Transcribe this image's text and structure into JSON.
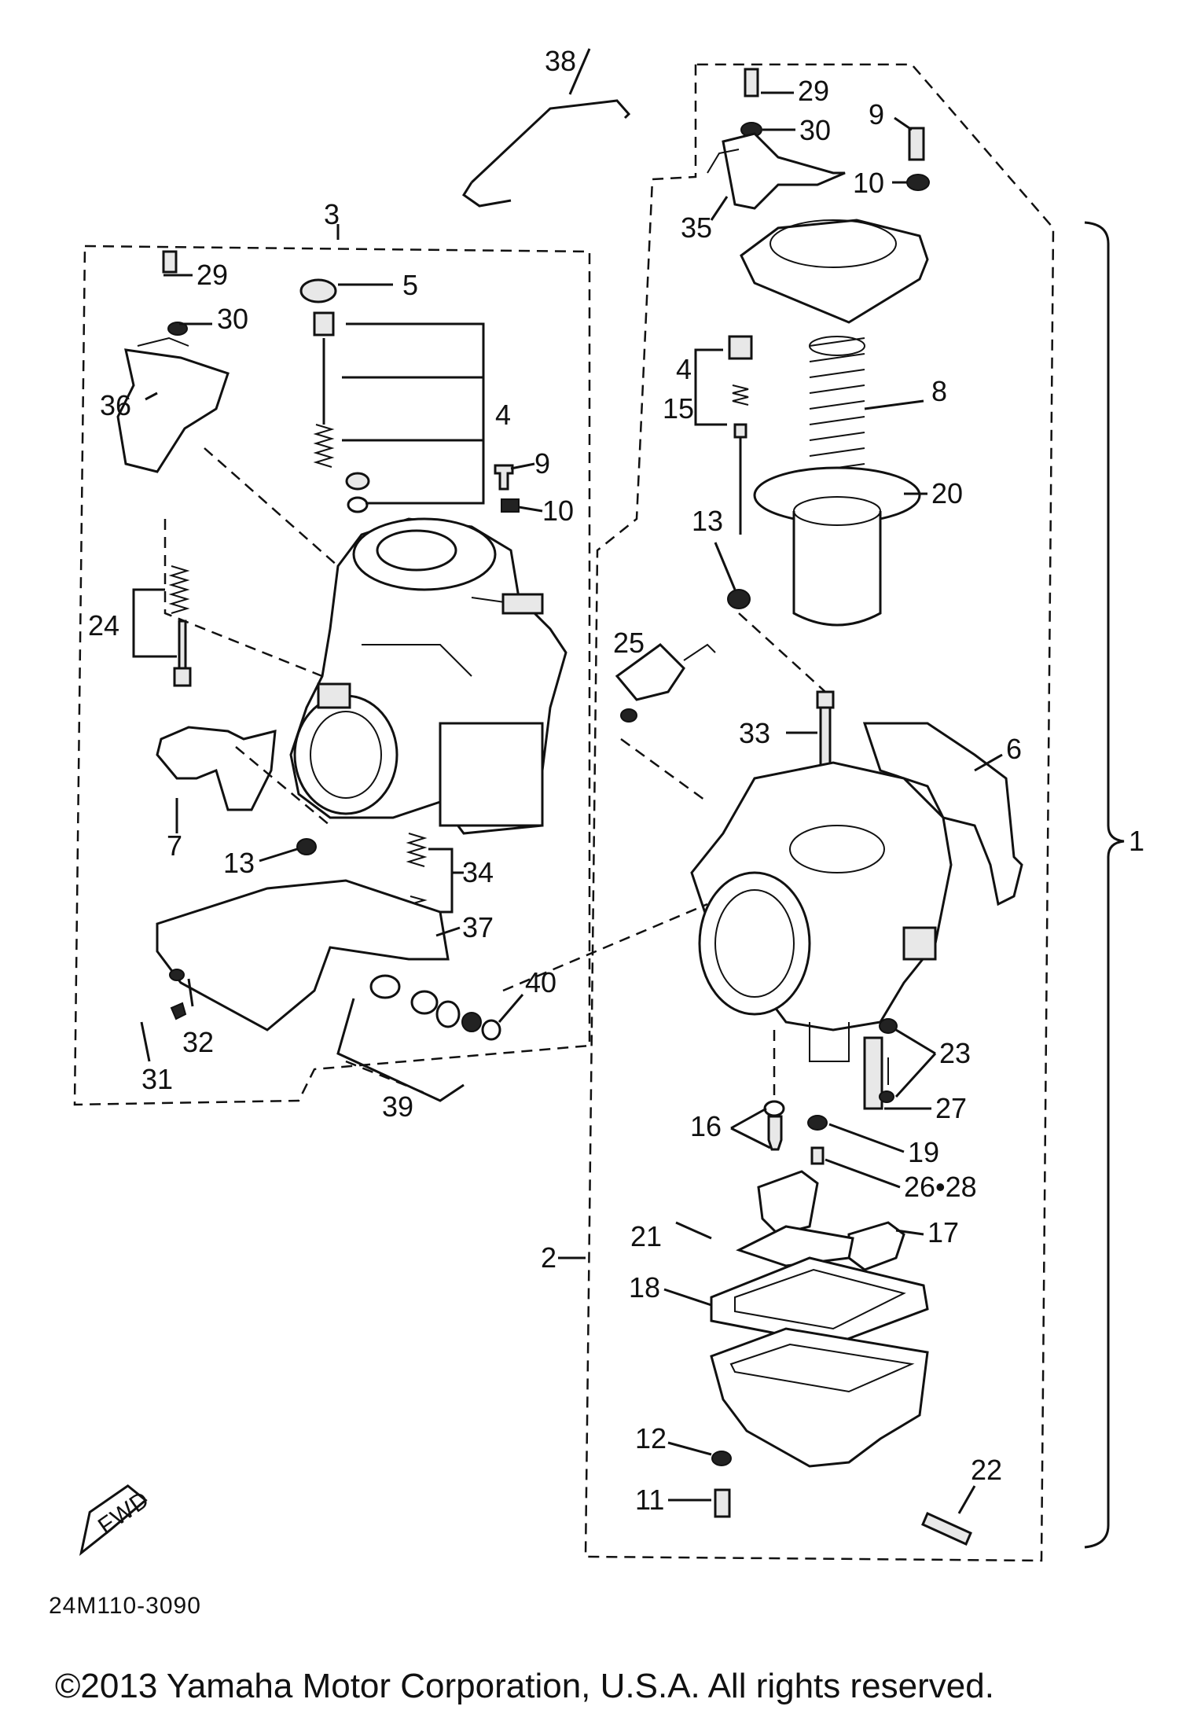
{
  "diagram": {
    "callouts": [
      {
        "id": "c38",
        "text": "38"
      },
      {
        "id": "c3",
        "text": "3"
      },
      {
        "id": "c29a",
        "text": "29"
      },
      {
        "id": "c30a",
        "text": "30"
      },
      {
        "id": "c36",
        "text": "36"
      },
      {
        "id": "c5",
        "text": "5"
      },
      {
        "id": "c4a",
        "text": "4"
      },
      {
        "id": "c9a",
        "text": "9"
      },
      {
        "id": "c10a",
        "text": "10"
      },
      {
        "id": "c24",
        "text": "24"
      },
      {
        "id": "c7",
        "text": "7"
      },
      {
        "id": "c13a",
        "text": "13"
      },
      {
        "id": "c34",
        "text": "34"
      },
      {
        "id": "c37",
        "text": "37"
      },
      {
        "id": "c40",
        "text": "40"
      },
      {
        "id": "c32",
        "text": "32"
      },
      {
        "id": "c31",
        "text": "31"
      },
      {
        "id": "c39",
        "text": "39"
      },
      {
        "id": "c29b",
        "text": "29"
      },
      {
        "id": "c30b",
        "text": "30"
      },
      {
        "id": "c9b",
        "text": "9"
      },
      {
        "id": "c10b",
        "text": "10"
      },
      {
        "id": "c35",
        "text": "35"
      },
      {
        "id": "c4b",
        "text": "4"
      },
      {
        "id": "c15",
        "text": "15"
      },
      {
        "id": "c8",
        "text": "8"
      },
      {
        "id": "c20",
        "text": "20"
      },
      {
        "id": "c13b",
        "text": "13"
      },
      {
        "id": "c25",
        "text": "25"
      },
      {
        "id": "c33",
        "text": "33"
      },
      {
        "id": "c6",
        "text": "6"
      },
      {
        "id": "c1",
        "text": "1"
      },
      {
        "id": "c23",
        "text": "23"
      },
      {
        "id": "c27",
        "text": "27"
      },
      {
        "id": "c16",
        "text": "16"
      },
      {
        "id": "c19",
        "text": "19"
      },
      {
        "id": "c2628",
        "text": "26•28"
      },
      {
        "id": "c2",
        "text": "2"
      },
      {
        "id": "c21",
        "text": "21"
      },
      {
        "id": "c17",
        "text": "17"
      },
      {
        "id": "c18",
        "text": "18"
      },
      {
        "id": "c12",
        "text": "12"
      },
      {
        "id": "c11",
        "text": "11"
      },
      {
        "id": "c22",
        "text": "22"
      }
    ],
    "fwd_label": "FWD",
    "diagram_code": "24M110-3090"
  },
  "footer": {
    "copyright": "©2013 Yamaha Motor Corporation, U.S.A. All rights reserved."
  }
}
